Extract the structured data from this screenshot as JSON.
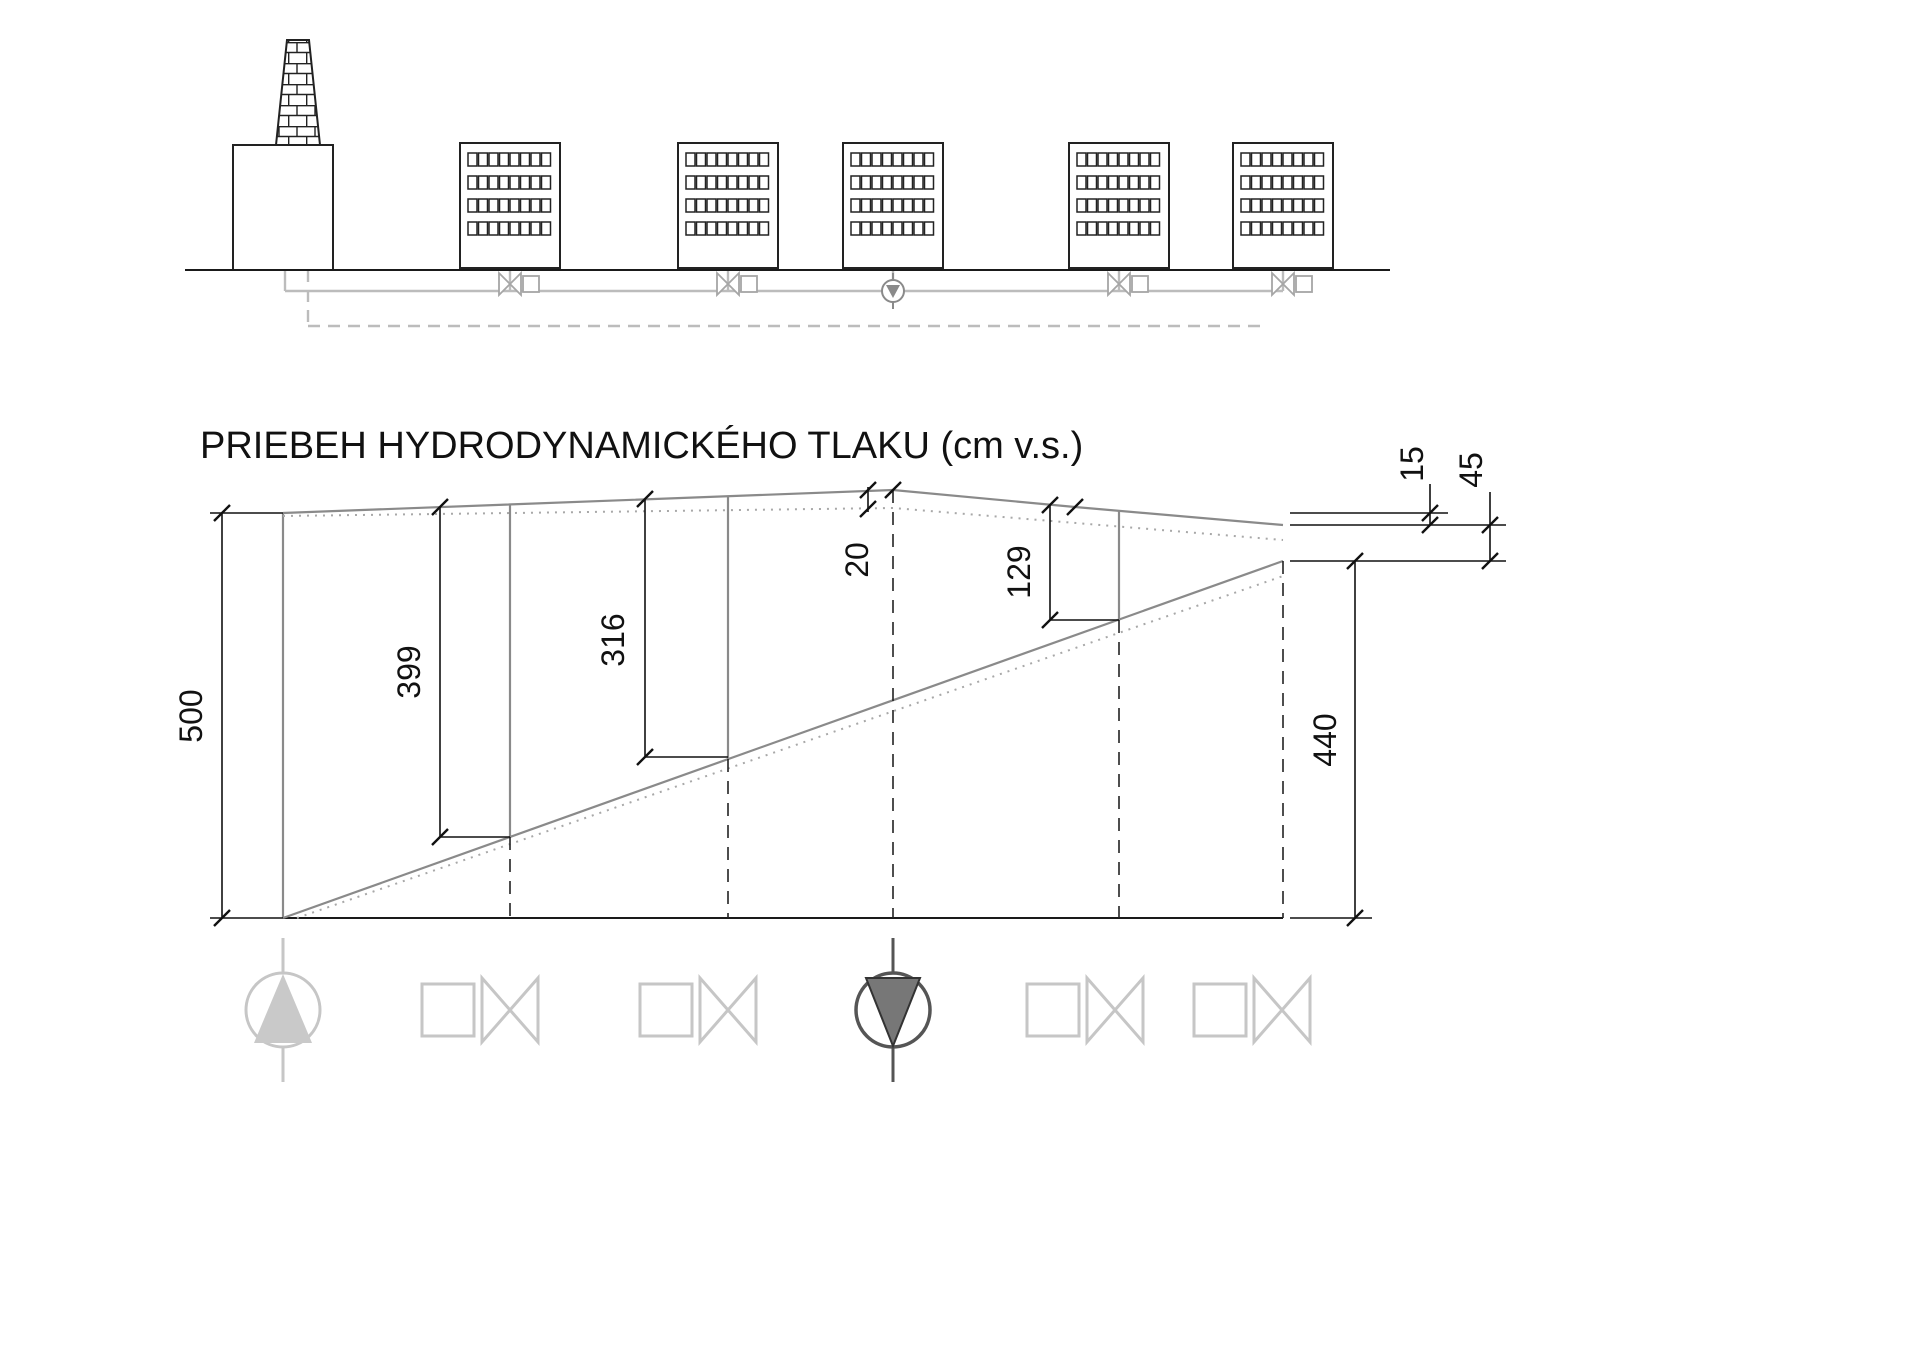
{
  "title": "PRIEBEH HYDRODYNAMICKÉHO TLAKU (cm v.s.)",
  "dimensions": {
    "dim_500": "500",
    "dim_399": "399",
    "dim_316": "316",
    "dim_20": "20",
    "dim_129": "129",
    "dim_15": "15",
    "dim_45": "45",
    "dim_440": "440"
  },
  "dimension_values": [
    500,
    399,
    316,
    20,
    129,
    15,
    45,
    440
  ],
  "colors": {
    "ink": "#111111",
    "diagram_gray": "#8a8a8a",
    "pipe_gray": "#bcbcbc",
    "symbol_gray": "#c6c6c6",
    "pump_dark": "#555555"
  },
  "icons": {
    "heating_plant": "heating-plant-chimney-icon",
    "building": "apartment-building-icon",
    "valve": "bowtie-valve-icon",
    "pump": "circle-triangle-pump-icon"
  },
  "schematic": {
    "buildings_count": 5,
    "top_valves_count": 4,
    "bottom_valves_count": 4,
    "bottom_pumps_count": 2
  }
}
